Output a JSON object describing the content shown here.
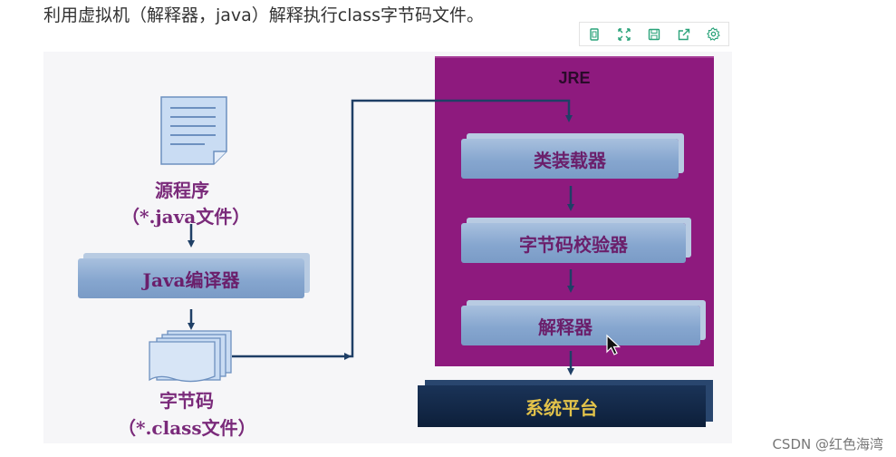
{
  "article": {
    "caption": "利用虚拟机（解释器，java）解释执行class字节码文件。"
  },
  "toolbar": {
    "icons": [
      "copy-icon",
      "expand-icon",
      "save-icon",
      "share-icon",
      "settings-icon"
    ]
  },
  "diagram": {
    "source": {
      "line1": "源程序",
      "line2": "（*.java文件）"
    },
    "compiler": {
      "label": "Java编译器"
    },
    "bytecode": {
      "line1": "字节码",
      "line2": "（*.class文件）"
    },
    "jre": {
      "title": "JRE",
      "stages": [
        {
          "label": "类装载器"
        },
        {
          "label": "字节码校验器"
        },
        {
          "label": "解释器"
        }
      ]
    },
    "platform": {
      "label": "系统平台"
    },
    "colors": {
      "jre_bg": "#8e1a7e",
      "block_blue": "#86a6cf",
      "platform_navy": "#0d1f3a",
      "platform_text": "#e3c34a",
      "arrow": "#1f3f66",
      "label_purple": "#7a2a7a"
    }
  },
  "watermark": "CSDN @红色海湾"
}
